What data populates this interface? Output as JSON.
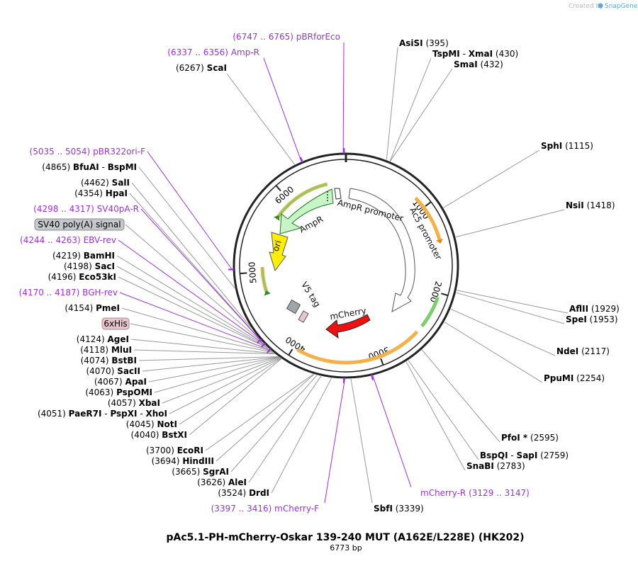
{
  "credit": {
    "prefix": "Created by",
    "brand": "SnapGene"
  },
  "title": "pAc5.1-PH-mCherry-Oskar 139-240 MUT (A162E/L228E) (HK202)",
  "subtitle": "6773 bp",
  "colors": {
    "backbone": "#222222",
    "primer": "#9b30d9",
    "enzyme_line": "#999999",
    "ampr": "#c8f5c8",
    "ori": "#ffee00",
    "mcherry": "#ee0000",
    "v5": "#a0a4ab",
    "his": "#e8c5cc",
    "promoter": "#ffffff",
    "orange_band": "#f5b048",
    "green_band": "#7ad06a"
  },
  "ticks": [
    "1000",
    "2000",
    "3000",
    "4000",
    "5000",
    "6000"
  ],
  "features": {
    "ampr": "AmpR",
    "ampr_promoter": "AmpR promoter",
    "ac5_promoter": "Ac5 promoter",
    "ori": "ori",
    "v5": "V5 tag",
    "mcherry": "mCherry"
  },
  "top_labels": [
    {
      "pos": "(6747 .. 6765)",
      "name": "pBRforEco",
      "kind": "primer"
    },
    {
      "pos": "(6337 .. 6356)",
      "name": "Amp-R",
      "kind": "primer"
    },
    {
      "pos": "(6267)",
      "name": "ScaI",
      "kind": "enzyme"
    }
  ],
  "right_labels": [
    {
      "name": "AsiSI",
      "pos": "(395)"
    },
    {
      "name": "TspMI",
      "sep": "-",
      "name2": "XmaI",
      "pos": "(430)"
    },
    {
      "name": "SmaI",
      "pos": "(432)"
    },
    {
      "name": "SphI",
      "pos": "(1115)"
    },
    {
      "name": "NsiI",
      "pos": "(1418)"
    },
    {
      "name": "AflII",
      "pos": "(1929)"
    },
    {
      "name": "SpeI",
      "pos": "(1953)"
    },
    {
      "name": "NdeI",
      "pos": "(2117)"
    },
    {
      "name": "PpuMI",
      "pos": "(2254)"
    },
    {
      "name": "PfoI *",
      "pos": "(2595)"
    },
    {
      "name": "BspQI",
      "sep": "-",
      "name2": "SapI",
      "pos": "(2759)"
    },
    {
      "name": "SnaBI",
      "pos": "(2783)"
    }
  ],
  "bottom_labels": [
    {
      "name": "mCherry-R",
      "pos": "(3129 .. 3147)",
      "kind": "primer"
    },
    {
      "name": "SbfI",
      "pos": "(3339)",
      "kind": "enzyme"
    },
    {
      "name": "mCherry-F",
      "pos": "(3397 .. 3416)",
      "kind": "primer"
    }
  ],
  "left_labels": [
    {
      "pos": "(5035 .. 5054)",
      "name": "pBR322ori-F",
      "kind": "primer"
    },
    {
      "pos": "(4865)",
      "name": "BfuAI",
      "sep": "-",
      "name2": "BspMI",
      "kind": "enzyme"
    },
    {
      "pos": "(4462)",
      "name": "SalI",
      "kind": "enzyme"
    },
    {
      "pos": "(4354)",
      "name": "HpaI",
      "kind": "enzyme"
    },
    {
      "pos": "(4298 .. 4317)",
      "name": "SV40pA-R",
      "kind": "primer"
    },
    {
      "name": "SV40 poly(A) signal",
      "kind": "box-grey"
    },
    {
      "pos": "(4244 .. 4263)",
      "name": "EBV-rev",
      "kind": "primer"
    },
    {
      "pos": "(4219)",
      "name": "BamHI",
      "kind": "enzyme"
    },
    {
      "pos": "(4198)",
      "name": "SacI",
      "kind": "enzyme"
    },
    {
      "pos": "(4196)",
      "name": "Eco53kI",
      "kind": "enzyme"
    },
    {
      "pos": "(4170 .. 4187)",
      "name": "BGH-rev",
      "kind": "primer"
    },
    {
      "pos": "(4154)",
      "name": "PmeI",
      "kind": "enzyme"
    },
    {
      "name": "6xHis",
      "kind": "box-pink"
    },
    {
      "pos": "(4124)",
      "name": "AgeI",
      "kind": "enzyme"
    },
    {
      "pos": "(4118)",
      "name": "MluI",
      "kind": "enzyme"
    },
    {
      "pos": "(4074)",
      "name": "BstBI",
      "kind": "enzyme"
    },
    {
      "pos": "(4070)",
      "name": "SacII",
      "kind": "enzyme"
    },
    {
      "pos": "(4067)",
      "name": "ApaI",
      "kind": "enzyme"
    },
    {
      "pos": "(4063)",
      "name": "PspOMI",
      "kind": "enzyme"
    },
    {
      "pos": "(4057)",
      "name": "XbaI",
      "kind": "enzyme"
    },
    {
      "pos": "(4051)",
      "name": "PaeR7I",
      "sep": "-",
      "name2": "PspXI",
      "sep2": "-",
      "name3": "XhoI",
      "kind": "enzyme"
    },
    {
      "pos": "(4045)",
      "name": "NotI",
      "kind": "enzyme"
    },
    {
      "pos": "(4040)",
      "name": "BstXI",
      "kind": "enzyme"
    },
    {
      "pos": "(3700)",
      "name": "EcoRI",
      "kind": "enzyme"
    },
    {
      "pos": "(3694)",
      "name": "HindIII",
      "kind": "enzyme"
    },
    {
      "pos": "(3665)",
      "name": "SgrAI",
      "kind": "enzyme"
    },
    {
      "pos": "(3626)",
      "name": "AleI",
      "kind": "enzyme"
    },
    {
      "pos": "(3524)",
      "name": "DrdI",
      "kind": "enzyme"
    }
  ]
}
